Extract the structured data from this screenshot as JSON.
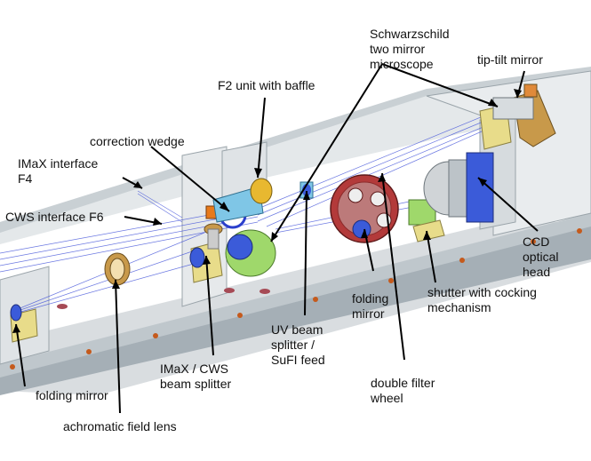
{
  "labels": {
    "schwarzschild": [
      "Schwarzschild",
      "two mirror",
      "microscope"
    ],
    "tip_tilt": [
      "tip-tilt mirror"
    ],
    "f2_unit": [
      "F2 unit with baffle"
    ],
    "correction_wedge": [
      "correction wedge"
    ],
    "imax_f4": [
      "IMaX interface",
      "F4"
    ],
    "cws_f6": [
      "CWS interface F6"
    ],
    "ccd": [
      "CCD",
      "optical",
      "head"
    ],
    "folding_mirror_center": [
      "folding",
      "mirror"
    ],
    "shutter": [
      "shutter with cocking",
      "mechanism"
    ],
    "uv_beam": [
      "UV beam",
      "splitter /",
      "SuFI feed"
    ],
    "imax_cws": [
      "IMaX / CWS",
      "beam splitter"
    ],
    "double_filter": [
      "double filter",
      "wheel"
    ],
    "folding_mirror_left": [
      "folding mirror"
    ],
    "achromatic": [
      "achromatic field lens"
    ]
  },
  "colors": {
    "bench_top": "#d9dde0",
    "bench_side": "#b7c0c6",
    "bench_front": "#a9b2b8",
    "wall": "#e8ebed",
    "beam": "#3a4bd8",
    "filter_wheel": "#b33a3a",
    "bolt": "#c55a1c",
    "mount": "#e8dc8a",
    "ccd": "#3b5bd9",
    "green": "#9fd86b",
    "brass": "#c8994a"
  }
}
